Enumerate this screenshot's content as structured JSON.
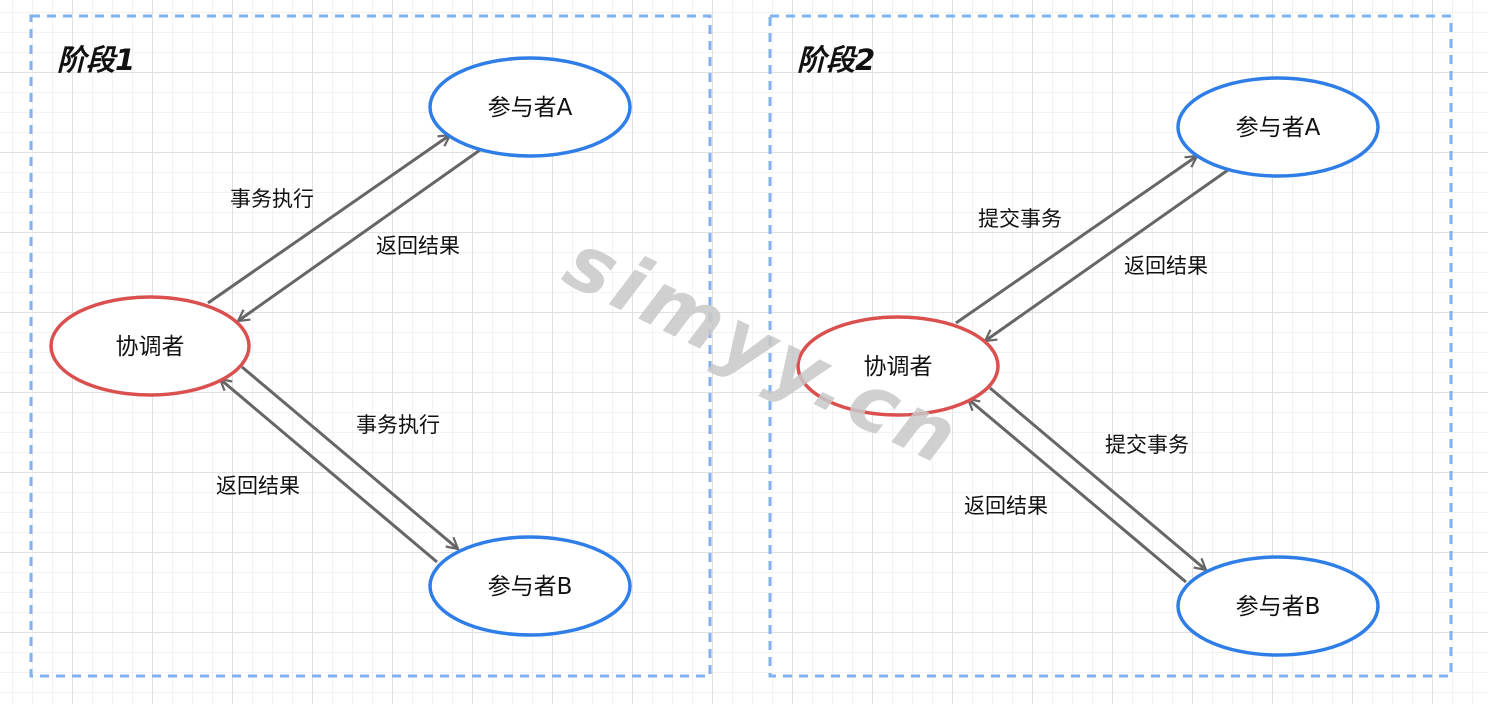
{
  "diagram_type": "two-phase-commit",
  "colors": {
    "panel_border": "#7fb2f0",
    "participant_border": "#2f7ee8",
    "coordinator_border": "#d9504f",
    "edge": "#666666"
  },
  "watermark": "simyy.cn",
  "phases": [
    {
      "title": "阶段1",
      "coordinator": "协调者",
      "participant_a": "参与者A",
      "participant_b": "参与者B",
      "edges": {
        "to_a": "事务执行",
        "from_a": "返回结果",
        "to_b": "事务执行",
        "from_b": "返回结果"
      }
    },
    {
      "title": "阶段2",
      "coordinator": "协调者",
      "participant_a": "参与者A",
      "participant_b": "参与者B",
      "edges": {
        "to_a": "提交事务",
        "from_a": "返回结果",
        "to_b": "提交事务",
        "from_b": "返回结果"
      }
    }
  ]
}
